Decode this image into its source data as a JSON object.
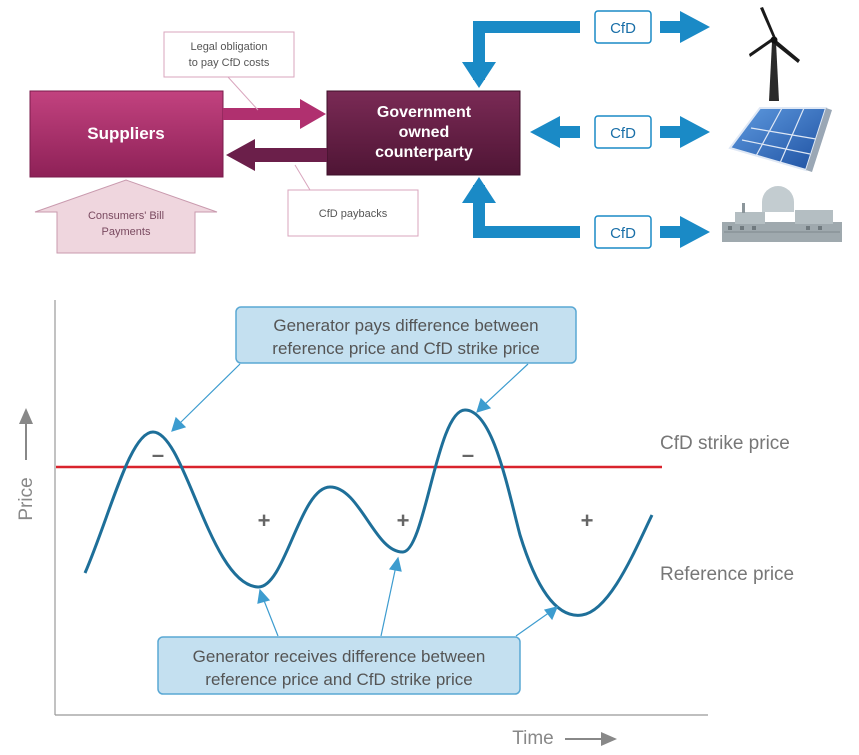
{
  "flow": {
    "suppliers": "Suppliers",
    "counterparty": [
      "Government",
      "owned",
      "counterparty"
    ],
    "legal_obligation": [
      "Legal obligation",
      "to pay CfD costs"
    ],
    "paybacks": "CfD paybacks",
    "consumers": [
      "Consumers' Bill",
      "Payments"
    ],
    "cfd_labels": [
      "CfD",
      "CfD",
      "CfD"
    ],
    "generators": [
      "wind-turbine-icon",
      "solar-panel-icon",
      "nuclear-plant-icon"
    ],
    "colors": {
      "magenta": "#b0306f",
      "dark_plum": "#6b1f4a",
      "blue": "#1a8ac6",
      "pale_pink": "#efd6de"
    }
  },
  "graph": {
    "y_axis_label": "Price",
    "x_axis_label": "Time",
    "strike_label": "CfD strike price",
    "reference_label": "Reference price",
    "pays_callout": [
      "Generator pays difference between",
      "reference price and CfD strike price"
    ],
    "receives_callout": [
      "Generator receives difference between",
      "reference price and CfD strike price"
    ],
    "signs": [
      "–",
      "+",
      "+",
      "–",
      "+"
    ],
    "colors": {
      "strike_line": "#d9232d",
      "curve": "#1e6f99",
      "callout_fill": "#c4e0f0",
      "callout_border": "#5aa8d4"
    }
  }
}
